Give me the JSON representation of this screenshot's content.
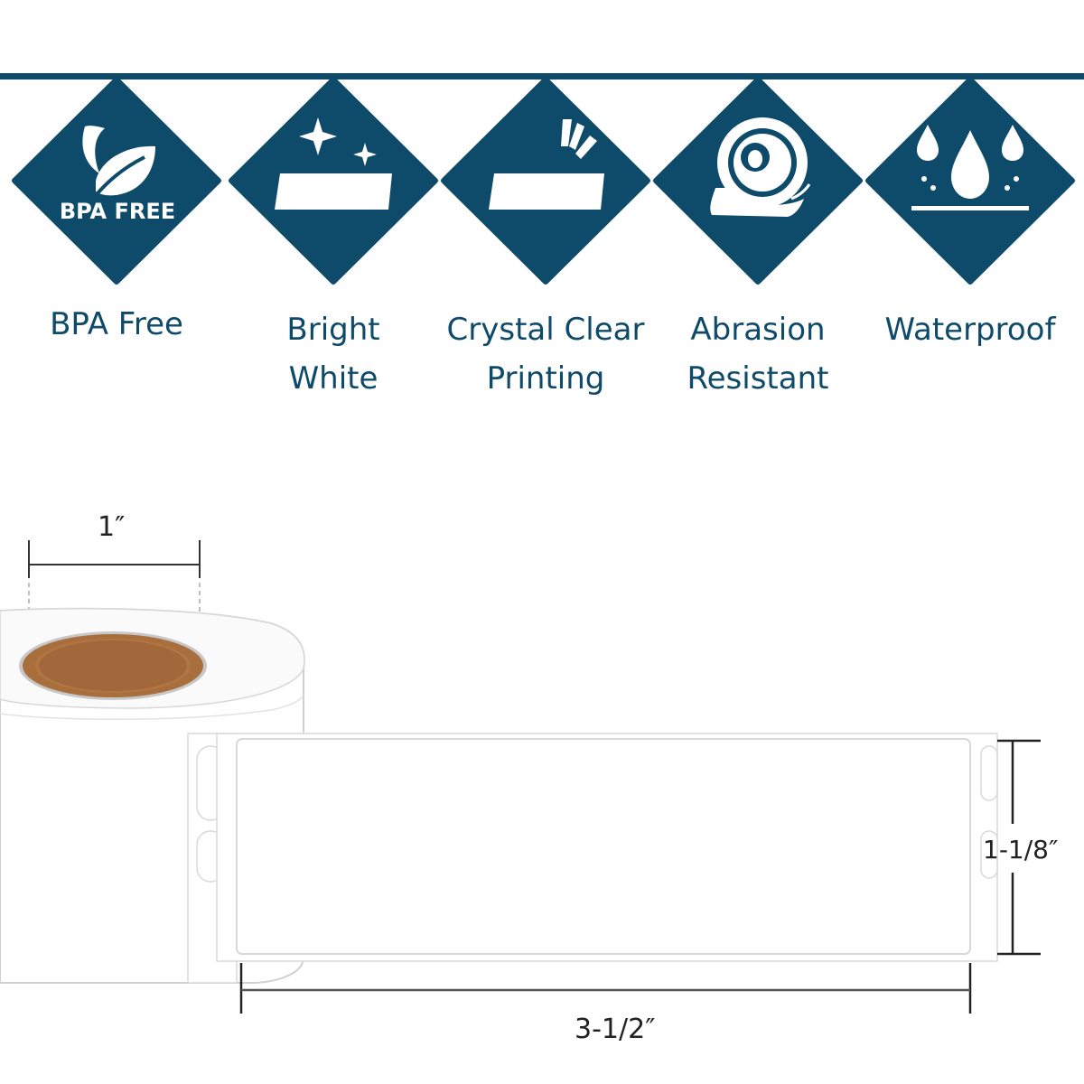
{
  "colors": {
    "accent": "#0e4a6a",
    "core": "#a86e3c",
    "label_outline": "#d8d8d8"
  },
  "features": [
    {
      "icon": "leaf-icon",
      "badge_text": "BPA FREE",
      "label": "BPA Free"
    },
    {
      "icon": "sparkle-icon",
      "label": "Bright\nWhite"
    },
    {
      "icon": "print-icon",
      "label": "Crystal Clear\nPrinting"
    },
    {
      "icon": "tape-roll-icon",
      "label": "Abrasion\nResistant"
    },
    {
      "icon": "water-drops-icon",
      "label": "Waterproof"
    }
  ],
  "dimensions": {
    "core_width": "1″",
    "label_height": "1-1/8″",
    "label_width": "3-1/2″"
  }
}
